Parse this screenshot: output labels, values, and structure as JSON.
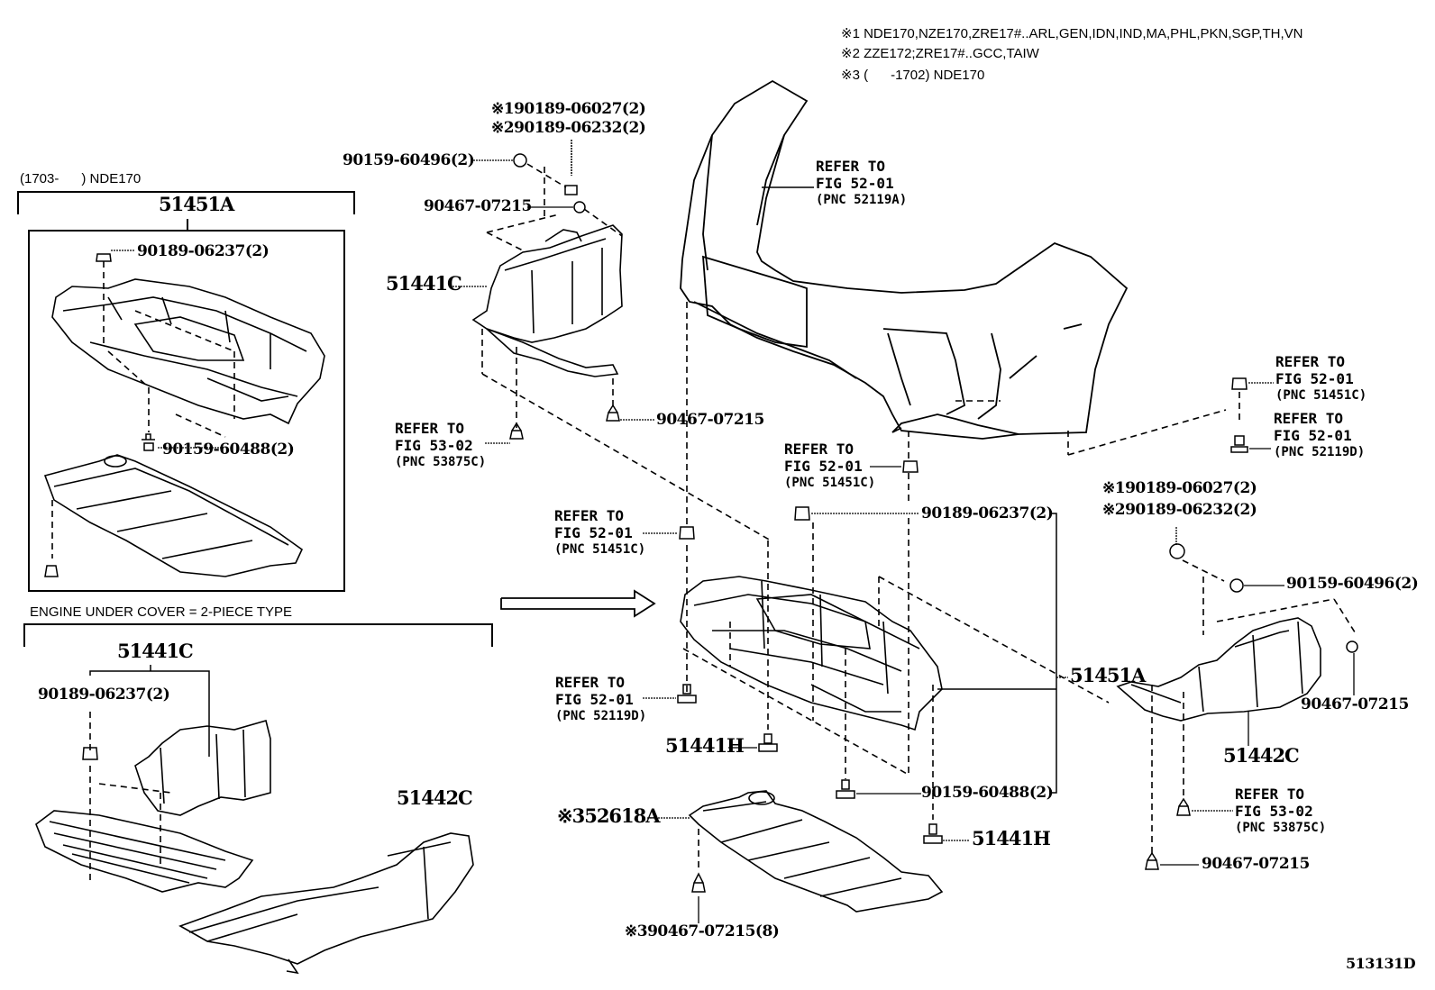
{
  "diagram_id": "513131D",
  "notes": [
    "※1 NDE170,NZE170,ZRE17#..ARL,GEN,IDN,IND,MA,PHL,PKN,SGP,TH,VN",
    "※2 ZZE172;ZRE17#..GCC,TAIW",
    "※3 (      -1702) NDE170"
  ],
  "left_top_group": {
    "condition": "(1703-      ) NDE170",
    "assembly": "51451A",
    "clip": "90189-06237(2)",
    "bolt": "90159-60488(2)"
  },
  "left_bottom_group": {
    "caption": "ENGINE UNDER COVER = 2-PIECE TYPE",
    "cover_lh": "51441C",
    "clip": "90189-06237(2)",
    "cover_rh": "51442C"
  },
  "upper_lh_cover": {
    "clip_note1": "※190189-06027(2)",
    "clip_note2": "※290189-06232(2)",
    "screw": "90159-60496(2)",
    "grommet": "90467-07215",
    "part": "51441C",
    "grommet_lower": "90467-07215",
    "ref_fig": {
      "line1": "REFER TO",
      "line2": "FIG 53-02",
      "line3": "(PNC 53875C)"
    }
  },
  "bumper": {
    "ref": {
      "line1": "REFER TO",
      "line2": "FIG 52-01",
      "line3": "(PNC 52119A)"
    }
  },
  "right_refs": [
    {
      "line1": "REFER TO",
      "line2": "FIG 52-01",
      "line3": "(PNC 51451C)"
    },
    {
      "line1": "REFER TO",
      "line2": "FIG 52-01",
      "line3": "(PNC 52119D)"
    }
  ],
  "center_refs": [
    {
      "line1": "REFER TO",
      "line2": "FIG 52-01",
      "line3": "(PNC 51451C)"
    },
    {
      "line1": "REFER TO",
      "line2": "FIG 52-01",
      "line3": "(PNC 51451C)"
    },
    {
      "line1": "REFER TO",
      "line2": "FIG 52-01",
      "line3": "(PNC 52119D)"
    }
  ],
  "center_parts": {
    "clip": "90189-06237(2)",
    "assembly": "51451A",
    "bolt_h_upper": "51441H",
    "bolt": "90159-60488(2)",
    "bolt_h_lower": "51441H",
    "shield": "※352618A",
    "shield_grommet": "※390467-07215(8)"
  },
  "right_cover": {
    "clip_note1": "※190189-06027(2)",
    "clip_note2": "※290189-06232(2)",
    "screw": "90159-60496(2)",
    "grommet": "90467-07215",
    "part": "51442C",
    "ref_fig": {
      "line1": "REFER TO",
      "line2": "FIG 53-02",
      "line3": "(PNC 53875C)"
    },
    "grommet_lower": "90467-07215"
  }
}
